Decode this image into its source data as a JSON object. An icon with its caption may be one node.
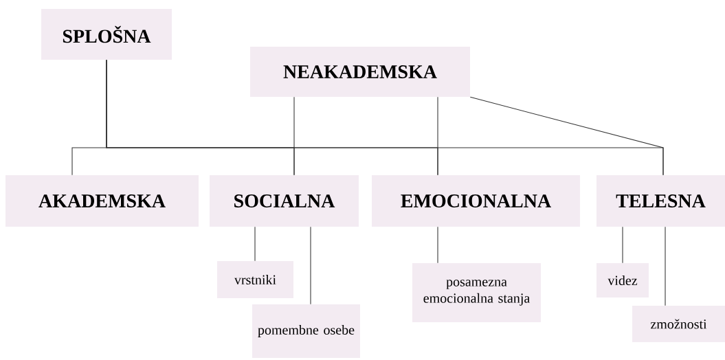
{
  "diagram": {
    "nodes": [
      {
        "text": [
          "SPLOŠNA"
        ]
      },
      {
        "text": [
          "NEAKADEMSKA"
        ]
      },
      {
        "text": [
          "AKADEMSKA"
        ]
      },
      {
        "text": [
          "SOCIALNA"
        ]
      },
      {
        "text": [
          "EMOCIONALNA"
        ]
      },
      {
        "text": [
          "TELESNA"
        ]
      },
      {
        "text": [
          "vrstniki"
        ]
      },
      {
        "text": [
          "pomembne osebe"
        ]
      },
      {
        "text": [
          "posamezna emocionalna stanja"
        ]
      },
      {
        "text": [
          "videz"
        ]
      },
      {
        "text": [
          "zmožnosti"
        ]
      }
    ],
    "edges": [
      {
        "from": 0,
        "to": 2,
        "arrow": "none"
      },
      {
        "from": 0,
        "to": 3,
        "arrow": "none"
      },
      {
        "from": 0,
        "to": 4,
        "arrow": "none"
      },
      {
        "from": 0,
        "to": 5,
        "arrow": "none"
      },
      {
        "from": 1,
        "to": 3,
        "arrow": "none"
      },
      {
        "from": 1,
        "to": 4,
        "arrow": "none"
      },
      {
        "from": 1,
        "to": 5,
        "arrow": "none"
      },
      {
        "from": 3,
        "to": 6,
        "arrow": "none"
      },
      {
        "from": 3,
        "to": 7,
        "arrow": "none"
      },
      {
        "from": 4,
        "to": 8,
        "arrow": "none"
      },
      {
        "from": 5,
        "to": 9,
        "arrow": "none"
      },
      {
        "from": 5,
        "to": 10,
        "arrow": "none"
      }
    ]
  }
}
